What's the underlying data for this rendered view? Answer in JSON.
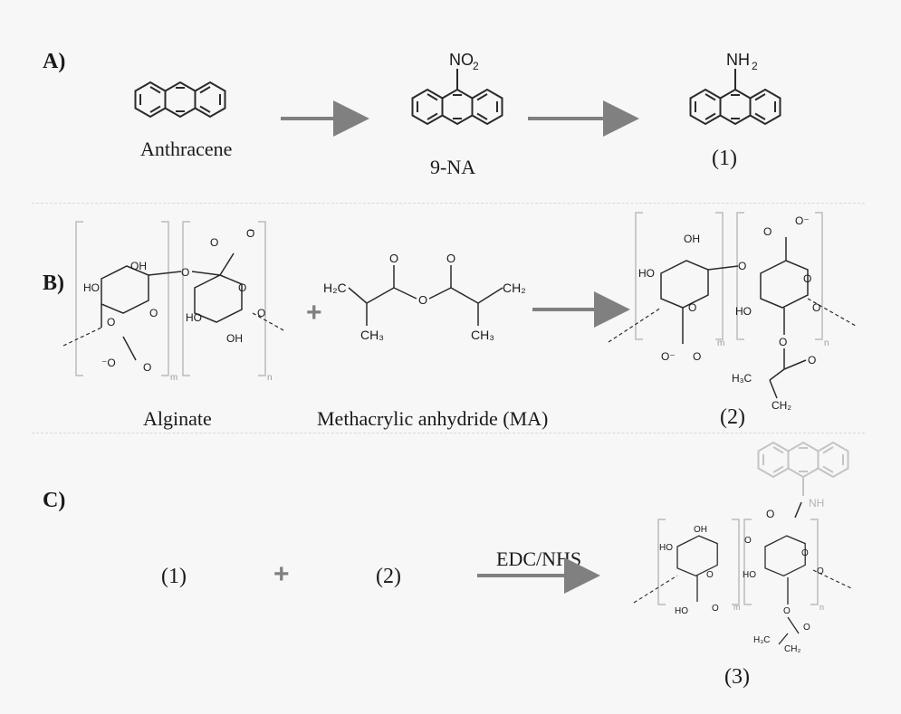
{
  "panels": {
    "a": {
      "label": "A)",
      "reactant": "Anthracene",
      "intermediate": "9-NA",
      "intermediate_substituent": "NO2",
      "product": "(1)",
      "product_substituent": "NH2"
    },
    "b": {
      "label": "B)",
      "reactant1": "Alginate",
      "reactant2": "Methacrylic anhydride (MA)",
      "product": "(2)",
      "plus": "+"
    },
    "c": {
      "label": "C)",
      "reactant1": "(1)",
      "reactant2": "(2)",
      "plus": "+",
      "reagent": "EDC/NHS",
      "product": "(3)"
    }
  },
  "colors": {
    "structure": "#2a2a2a",
    "arrow": "#808080",
    "faded_structure": "#c4c4c4",
    "bracket": "#bcbcbc"
  }
}
